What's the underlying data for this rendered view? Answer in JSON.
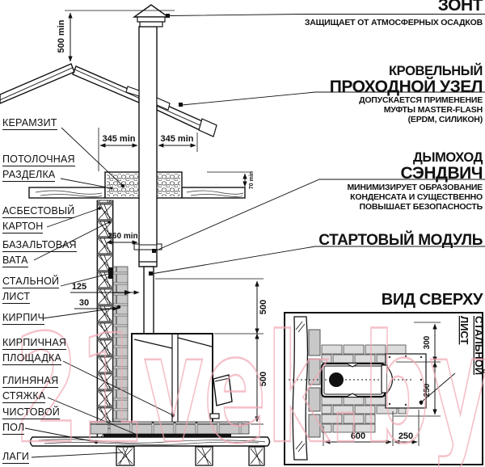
{
  "right_column": {
    "zont": {
      "title": "ЗОНТ",
      "desc": "ЗАЩИЩАЕТ ОТ АТМОСФЕРНЫХ ОСАДКОВ"
    },
    "krovelny": {
      "title_line1": "КРОВЕЛЬНЫЙ",
      "title_line2": "ПРОХОДНОЙ УЗЕЛ",
      "desc_line1": "ДОПУСКАЕТСЯ ПРИМЕНЕНИЕ",
      "desc_line2": "МУФТЫ MASTER-FLASH",
      "desc_line3": "(EPDM, СИЛИКОН)"
    },
    "dymohod": {
      "title_line1": "ДЫМОХОД",
      "title_line2": "СЭНДВИЧ",
      "desc_line1": "МИНИМИЗИРУЕТ ОБРАЗОВАНИЕ",
      "desc_line2": "КОНДЕНСАТА И СУЩЕСТВЕННО",
      "desc_line3": "ПОВЫШАЕТ БЕЗОПАСНОСТЬ"
    },
    "start_module": {
      "title": "СТАРТОВЫЙ МОДУЛЬ"
    }
  },
  "left_labels": [
    {
      "lines": [
        "КЕРАМЗИТ"
      ]
    },
    {
      "lines": [
        "ПОТОЛОЧНАЯ",
        "РАЗДЕЛКА"
      ]
    },
    {
      "lines": [
        "АСБЕСТОВЫЙ",
        "КАРТОН"
      ]
    },
    {
      "lines": [
        "БАЗАЛЬТОВАЯ",
        "ВАТА"
      ]
    },
    {
      "lines": [
        "СТАЛЬНОЙ",
        "ЛИСТ"
      ]
    },
    {
      "lines": [
        "КИРПИЧ"
      ]
    },
    {
      "lines": [
        "КИРПИЧНАЯ",
        "ПЛОЩАДКА"
      ]
    },
    {
      "lines": [
        "ГЛИНЯНАЯ",
        "СТЯЖКА"
      ]
    },
    {
      "lines": [
        "ЧИСТОВОЙ",
        "ПОЛ"
      ]
    },
    {
      "lines": [
        "ЛАГИ"
      ]
    }
  ],
  "dims": {
    "cap_height": "500 min",
    "left_clearance": "345 min",
    "right_clearance": "345 min",
    "ceiling_box_height": "70 min",
    "wall_clearance": "260 min",
    "brick_width": "125",
    "sheet_offset": "30",
    "upper_height": "500",
    "lower_height": "500"
  },
  "top_view": {
    "title": "ВИД СВЕРХУ",
    "steel_label_1": "СТАЛЬНОЙ",
    "steel_label_2": "ЛИСТ",
    "dim_depth": "300",
    "dim_front": "250",
    "dim_width": "600",
    "dim_extension": "250"
  },
  "watermark": "21vek.by",
  "colors": {
    "line": "#111111",
    "brick_grey": "#c8c8c8",
    "brick_light": "#dcdcdc",
    "watermark_pink": "#f1a9b4"
  }
}
